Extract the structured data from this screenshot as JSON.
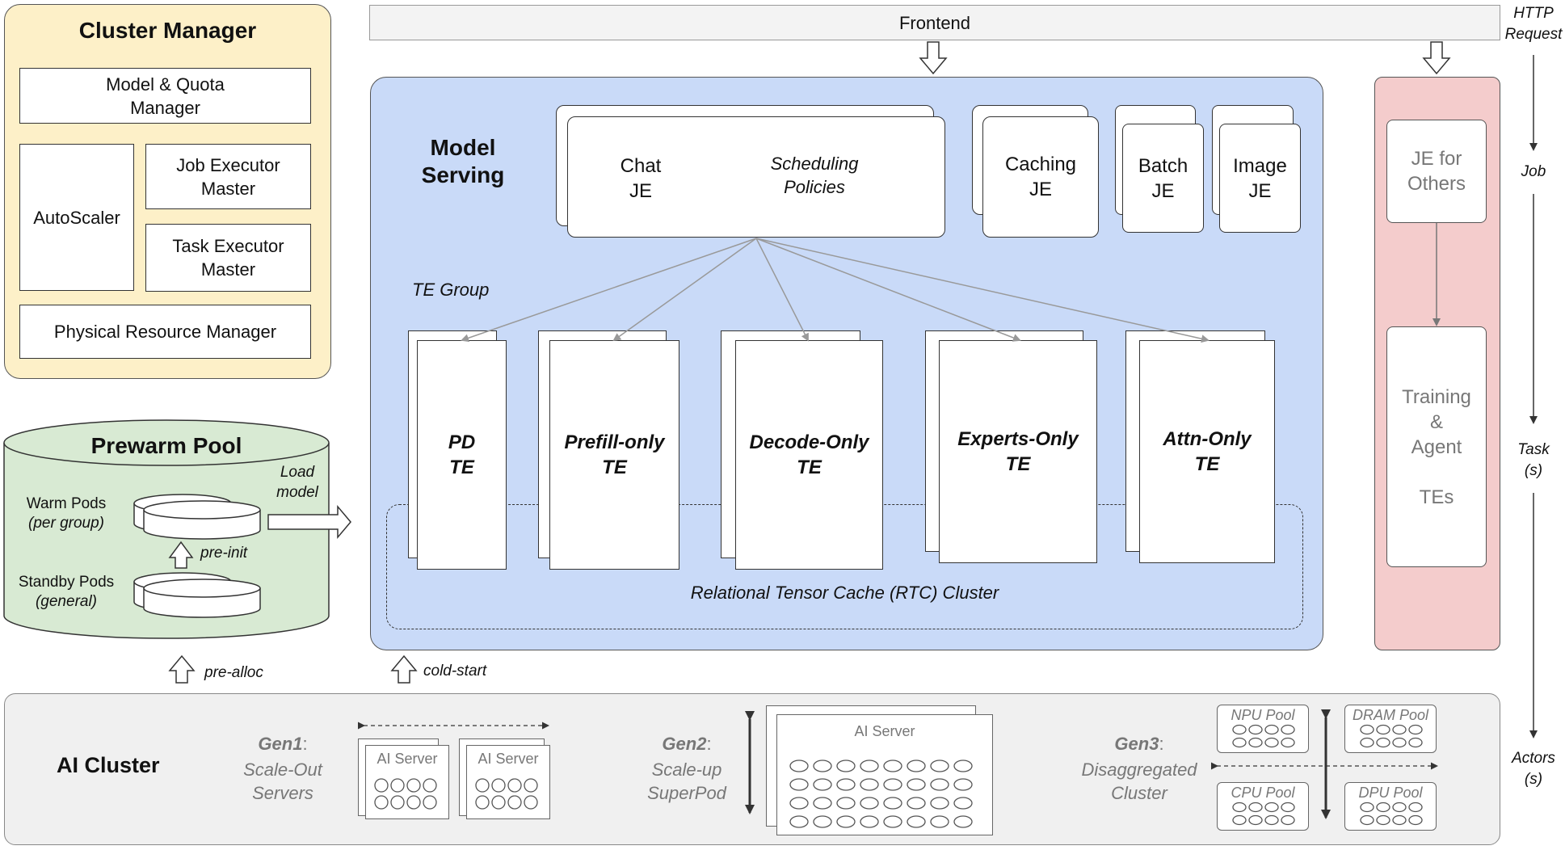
{
  "frontend": {
    "label": "Frontend",
    "http_request": "HTTP\nRequest"
  },
  "cluster_manager": {
    "title": "Cluster Manager",
    "model_quota": "Model & Quota\nManager",
    "autoscaler": "AutoScaler",
    "job_executor_master": "Job Executor\nMaster",
    "task_executor_master": "Task Executor\nMaster",
    "physical_resource_manager": "Physical Resource Manager"
  },
  "prewarm_pool": {
    "title": "Prewarm Pool",
    "warm_pods": "Warm Pods",
    "warm_pods_sub": "(per group)",
    "standby_pods": "Standby Pods",
    "standby_pods_sub": "(general)",
    "pre_init": "pre-init",
    "load_model": "Load\nmodel"
  },
  "model_serving": {
    "title": "Model\nServing",
    "chat_je": "Chat\nJE",
    "scheduling_policies": "Scheduling\nPolicies",
    "caching_je": "Caching\nJE",
    "batch_je": "Batch\nJE",
    "image_je": "Image\nJE",
    "te_group": "TE Group",
    "te_pd": "PD\nTE",
    "te_prefill": "Prefill-only\nTE",
    "te_decode": "Decode-Only\nTE",
    "te_experts": "Experts-Only\nTE",
    "te_attn": "Attn-Only\nTE",
    "rtc": "Relational Tensor Cache (RTC) Cluster"
  },
  "others": {
    "je_for_others": "JE for\nOthers",
    "training_agent": "Training\n&\nAgent\n\nTEs"
  },
  "right_axis": {
    "job": "Job",
    "task": "Task\n(s)",
    "actors": "Actors\n(s)"
  },
  "arrows": {
    "pre_alloc": "pre-alloc",
    "cold_start": "cold-start"
  },
  "ai_cluster": {
    "title": "AI Cluster",
    "gen1": "Gen1",
    "gen1_colon": ":",
    "gen1_desc": "Scale-Out\nServers",
    "gen2": "Gen2",
    "gen2_colon": ":",
    "gen2_desc": "Scale-up\nSuperPod",
    "gen3": "Gen3",
    "gen3_colon": ":",
    "gen3_desc": "Disaggregated\nCluster",
    "ai_server": "AI Server",
    "npu_pool": "NPU Pool",
    "dram_pool": "DRAM Pool",
    "cpu_pool": "CPU Pool",
    "dpu_pool": "DPU Pool"
  },
  "colors": {
    "cluster_manager_bg": "#fdf0c8",
    "prewarm_bg": "#d8ead3",
    "model_serving_bg": "#c9daf8",
    "others_bg": "#f4cccc",
    "ai_cluster_bg": "#f0f0f0"
  }
}
